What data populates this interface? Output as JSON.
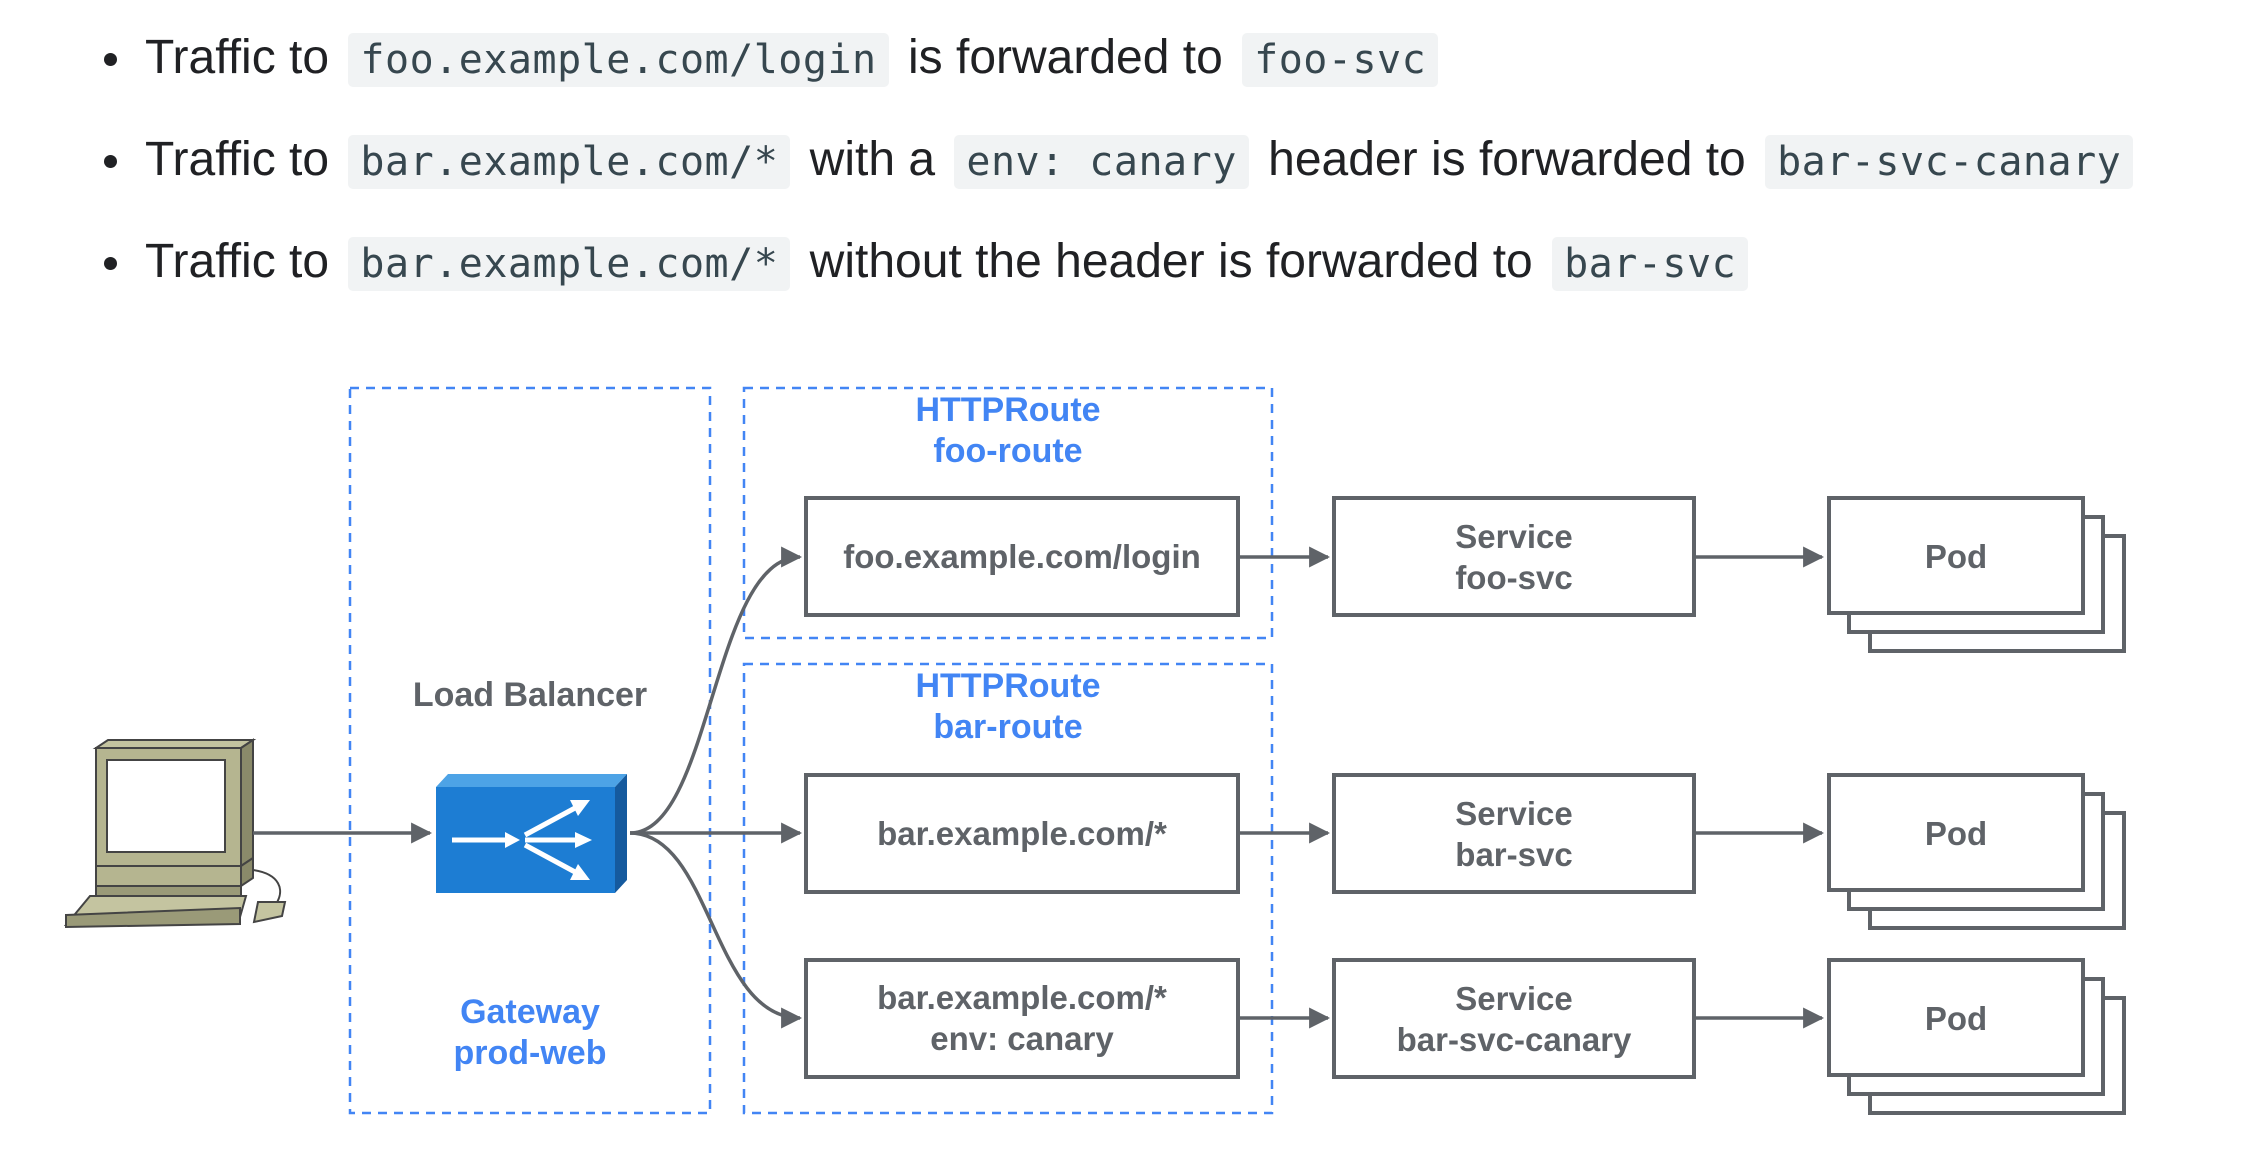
{
  "bullets": [
    {
      "parts": [
        {
          "text": "Traffic to",
          "code": false
        },
        {
          "text": "foo.example.com/login",
          "code": true
        },
        {
          "text": "is forwarded to",
          "code": false
        },
        {
          "text": "foo-svc",
          "code": true
        }
      ]
    },
    {
      "parts": [
        {
          "text": "Traffic to",
          "code": false
        },
        {
          "text": "bar.example.com/*",
          "code": true
        },
        {
          "text": "with a",
          "code": false
        },
        {
          "text": "env: canary",
          "code": true
        },
        {
          "text": "header is forwarded to",
          "code": false
        },
        {
          "text": "bar-svc-canary",
          "code": true
        }
      ]
    },
    {
      "parts": [
        {
          "text": "Traffic to",
          "code": false
        },
        {
          "text": "bar.example.com/*",
          "code": true
        },
        {
          "text": "without the header is forwarded to",
          "code": false
        },
        {
          "text": "bar-svc",
          "code": true
        }
      ]
    }
  ],
  "diagram": {
    "load_balancer_label": "Load Balancer",
    "gateway": {
      "kind": "Gateway",
      "name": "prod-web"
    },
    "foo_route": {
      "kind": "HTTPRoute",
      "name": "foo-route"
    },
    "bar_route": {
      "kind": "HTTPRoute",
      "name": "bar-route"
    },
    "rules": {
      "foo": [
        "foo.example.com/login"
      ],
      "bar": [
        "bar.example.com/*"
      ],
      "canary": [
        "bar.example.com/*",
        "env: canary"
      ]
    },
    "services": {
      "foo": [
        "Service",
        "foo-svc"
      ],
      "bar": [
        "Service",
        "bar-svc"
      ],
      "canary": [
        "Service",
        "bar-svc-canary"
      ]
    },
    "pod_label": "Pod",
    "icons": {
      "client": "computer-icon",
      "load_balancer": "load-balancer-icon"
    },
    "colors": {
      "dashed_border": "#4285f4",
      "blue_label": "#4285f4",
      "box_border": "#5f6368",
      "box_text": "#5f6368",
      "lb_face": "#1a73e8"
    }
  }
}
